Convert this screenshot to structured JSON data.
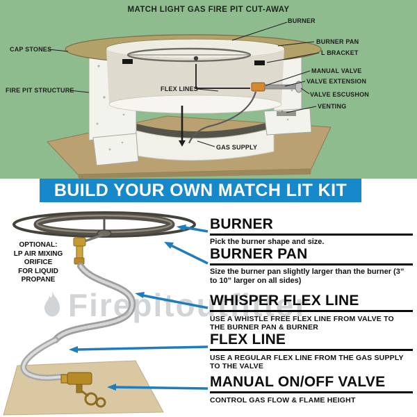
{
  "top": {
    "title": "MATCH LIGHT GAS FIRE PIT CUT-AWAY",
    "bg_color": "#8fbc8f",
    "labels": {
      "burner": "BURNER",
      "cap_stones": "CAP STONES",
      "burner_pan": "BURNER PAN",
      "l_bracket": "L BRACKET",
      "manual_valve": "MANUAL VALVE",
      "valve_extension": "VALVE EXTENSION",
      "valve_escushon": "VALVE ESCUSHON",
      "venting": "VENTING",
      "fire_pit_structure": "FIRE PIT STRUCTURE",
      "flex_lines": "FLEX LINES",
      "gas_supply": "GAS SUPPLY"
    }
  },
  "banner": {
    "text": "BUILD YOUR OWN MATCH LIT KIT",
    "bg_color": "#1788c9",
    "text_color": "#ffffff"
  },
  "kit": {
    "optional_note": [
      "OPTIONAL:",
      "LP AIR MIXING",
      "ORIFICE",
      "FOR LIQUID PROPANE"
    ],
    "watermark": "Firepitoutfitter",
    "accent_color": "#1e7dbd",
    "items": [
      {
        "title": "BURNER",
        "desc": "Pick the burner shape and size."
      },
      {
        "title": "BURNER PAN",
        "desc": "Size the burner pan slightly larger than the burner (3” to 10” larger on all sides)"
      },
      {
        "title": "WHISPER FLEX LINE",
        "desc": "USE A WHISTLE FREE FLEX LINE FROM VALVE TO THE BURNER PAN & BURNER"
      },
      {
        "title": "FLEX LINE",
        "desc": "USE A REGULAR FLEX LINE FROM THE GAS SUPPLY TO THE VALVE"
      },
      {
        "title": "MANUAL ON/OFF VALVE",
        "desc": "CONTROL GAS FLOW & FLAME HEIGHT"
      }
    ]
  }
}
